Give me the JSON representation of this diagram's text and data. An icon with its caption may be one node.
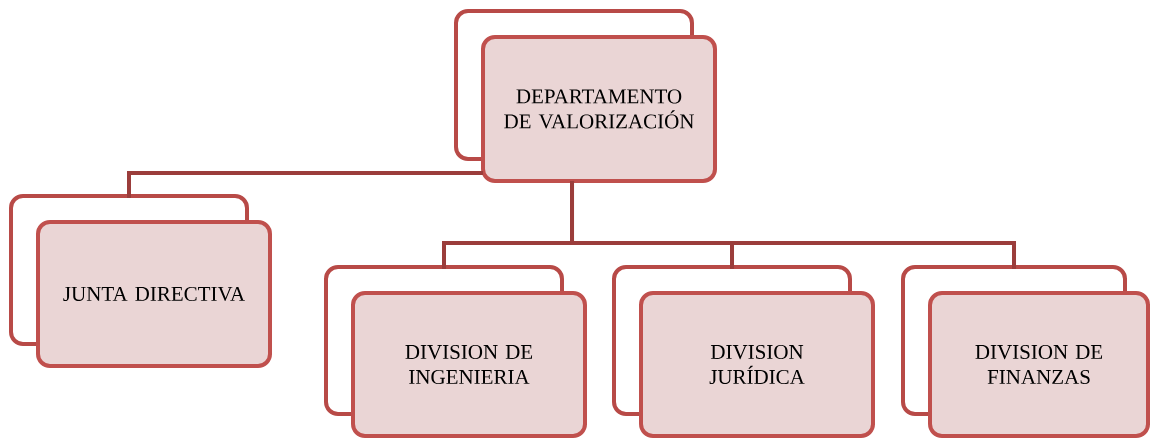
{
  "diagram": {
    "nodes": [
      {
        "text": [
          "DEPARTAMENTO DE VALORIZACIÓN"
        ]
      },
      {
        "text": [
          "JUNTA DIRECTIVA"
        ]
      },
      {
        "text": [
          "DIVISION DE INGENIERIA"
        ]
      },
      {
        "text": [
          "DIVISION JURÍDICA"
        ]
      },
      {
        "text": [
          "DIVISION DE FINANZAS"
        ]
      }
    ],
    "edges": [
      {
        "from": 0,
        "to": 1,
        "arrow": "none"
      },
      {
        "from": 0,
        "to": 2,
        "arrow": "none"
      },
      {
        "from": 0,
        "to": 3,
        "arrow": "none"
      },
      {
        "from": 0,
        "to": 4,
        "arrow": "none"
      }
    ]
  }
}
